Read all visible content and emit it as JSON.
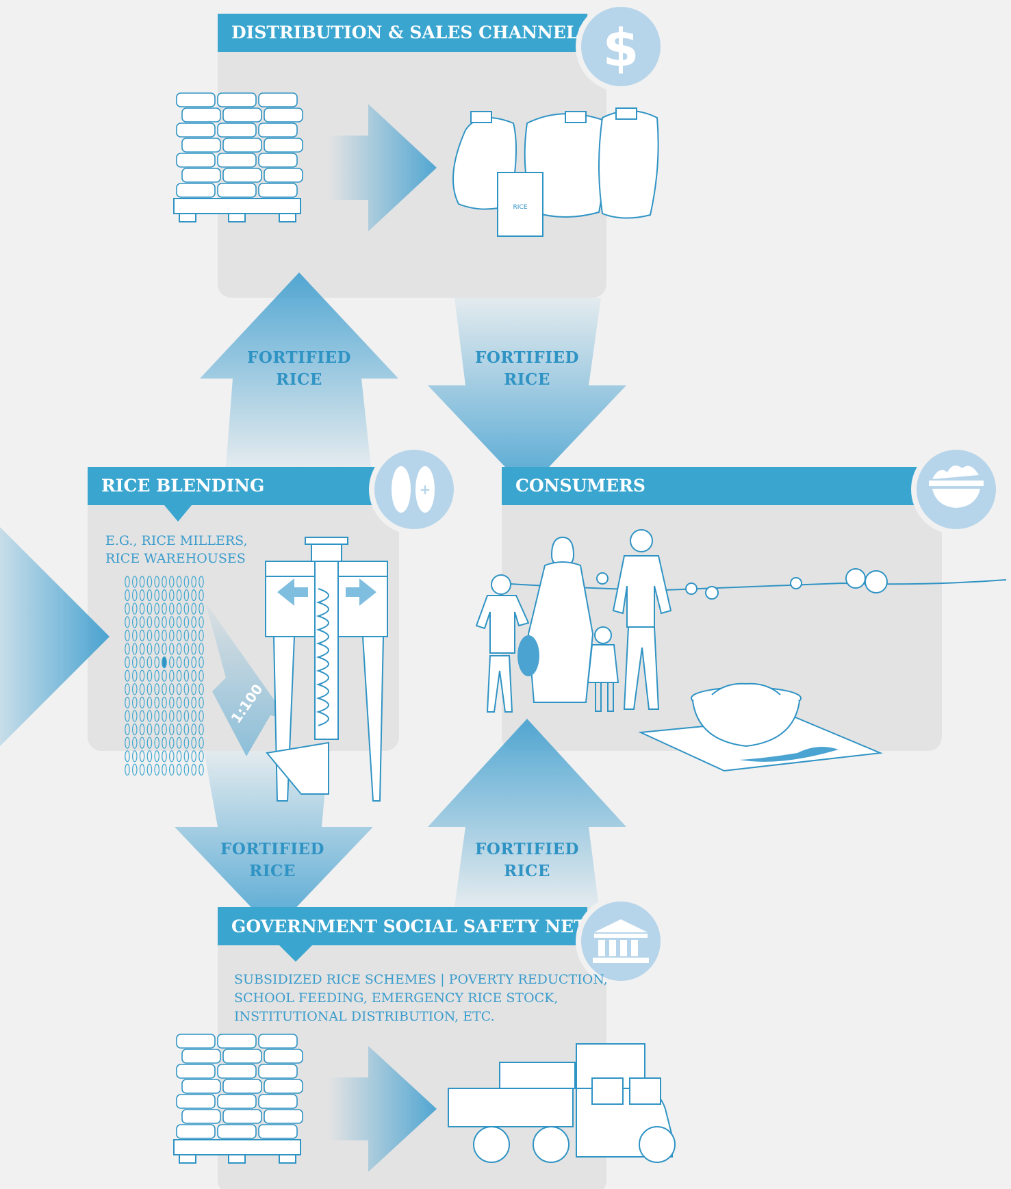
{
  "panels": {
    "distribution": {
      "title": "DISTRIBUTION & SALES CHANNELS",
      "icon": "dollar-icon"
    },
    "blending": {
      "title": "RICE BLENDING",
      "icon": "rice-kernels-plus-icon",
      "subtitle_line1": "E.G., RICE MILLERS,",
      "subtitle_line2": "RICE WAREHOUSES",
      "ratio": "1:100"
    },
    "consumers": {
      "title": "CONSUMERS",
      "icon": "rice-bowl-icon"
    },
    "government": {
      "title": "GOVERNMENT SOCIAL SAFETY NETS",
      "icon": "government-building-icon",
      "desc_line1": "SUBSIDIZED RICE SCHEMES | POVERTY REDUCTION,",
      "desc_line2": "SCHOOL FEEDING, EMERGENCY RICE STOCK,",
      "desc_line3": "INSTITUTIONAL DISTRIBUTION, ETC."
    }
  },
  "arrows": {
    "blend_to_distribution": {
      "line1": "FORTIFIED",
      "line2": "RICE"
    },
    "distribution_to_consumers": {
      "line1": "FORTIFIED",
      "line2": "RICE"
    },
    "blend_to_government": {
      "line1": "FORTIFIED",
      "line2": "RICE"
    },
    "government_to_consumers": {
      "line1": "FORTIFIED",
      "line2": "RICE"
    }
  },
  "colors": {
    "accent": "#3aa6d0",
    "panel": "#e3e3e3",
    "background": "#f1f1f1",
    "arrow_dark": "#4aa3d1",
    "icon_circle": "#b7d5ea",
    "label_text": "#2f93c4"
  }
}
